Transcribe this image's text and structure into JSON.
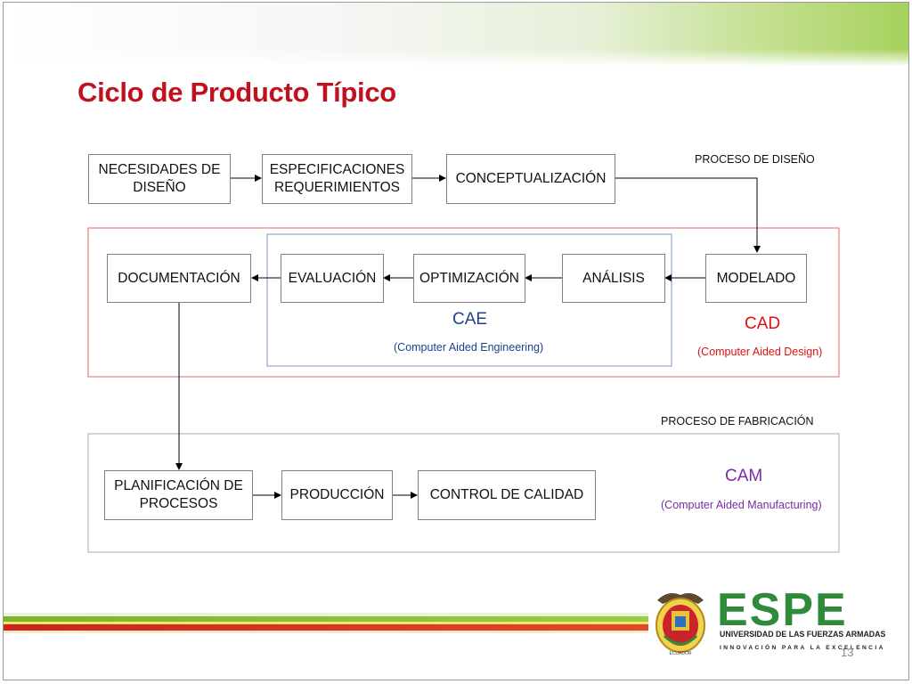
{
  "slide": {
    "title": "Ciclo de Producto Típico",
    "page_number": "13"
  },
  "colors": {
    "title_red": "#c0121e",
    "cae_blue": "#1f3f8f",
    "cad_red": "#e01010",
    "cam_purple": "#7a2aa6",
    "espe_green": "#2f8a3a"
  },
  "diagram": {
    "proceso_diseno_label": "PROCESO DE DISEÑO",
    "proceso_fabricacion_label": "PROCESO DE FABRICACIÓN",
    "boxes": {
      "necesidades": "NECESIDADES DE\nDISEÑO",
      "especificaciones": "ESPECIFICACIONES\nREQUERIMIENTOS",
      "conceptualizacion": "CONCEPTUALIZACIÓN",
      "modelado": "MODELADO",
      "analisis": "ANÁLISIS",
      "optimizacion": "OPTIMIZACIÓN",
      "evaluacion": "EVALUACIÓN",
      "documentacion": "DOCUMENTACIÓN",
      "planificacion": "PLANIFICACIÓN DE\nPROCESOS",
      "produccion": "PRODUCCIÓN",
      "control": "CONTROL DE CALIDAD"
    },
    "cae": {
      "acronym": "CAE",
      "full": "(Computer Aided Engineering)"
    },
    "cad": {
      "acronym": "CAD",
      "full": "(Computer Aided Design)"
    },
    "cam": {
      "acronym": "CAM",
      "full": "(Computer Aided Manufacturing)"
    }
  },
  "logo": {
    "name": "ESPE",
    "line1": "UNIVERSIDAD DE LAS FUERZAS ARMADAS",
    "line2": "INNOVACIÓN PARA LA EXCELENCIA",
    "seal_text": "ECUADOR"
  }
}
